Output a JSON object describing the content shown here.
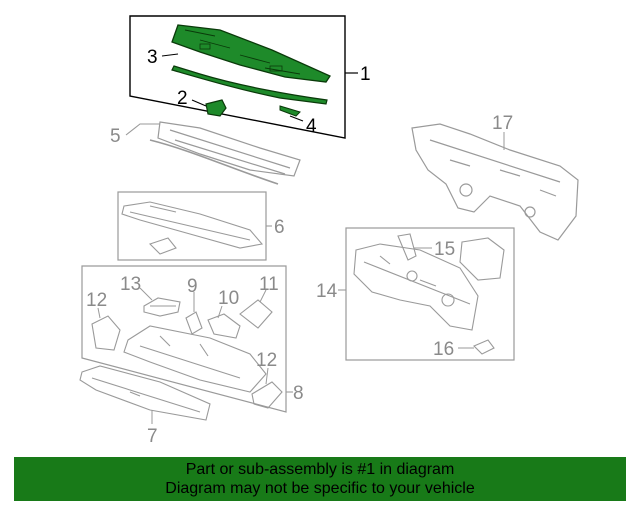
{
  "colors": {
    "highlight_fill": "#1e8a2a",
    "highlight_stroke": "#0a3a0a",
    "part_stroke": "#9a9a9a",
    "banner_bg": "#187a18"
  },
  "callouts": {
    "c1": "1",
    "c2": "2",
    "c3": "3",
    "c4": "4",
    "c5": "5",
    "c6": "6",
    "c7": "7",
    "c8": "8",
    "c9": "9",
    "c10": "10",
    "c11": "11",
    "c12a": "12",
    "c12b": "12",
    "c13": "13",
    "c14": "14",
    "c15": "15",
    "c16": "16",
    "c17": "17"
  },
  "banner": {
    "line1": "Part or sub-assembly is #1 in diagram",
    "line2": "Diagram may not be specific to your vehicle"
  }
}
